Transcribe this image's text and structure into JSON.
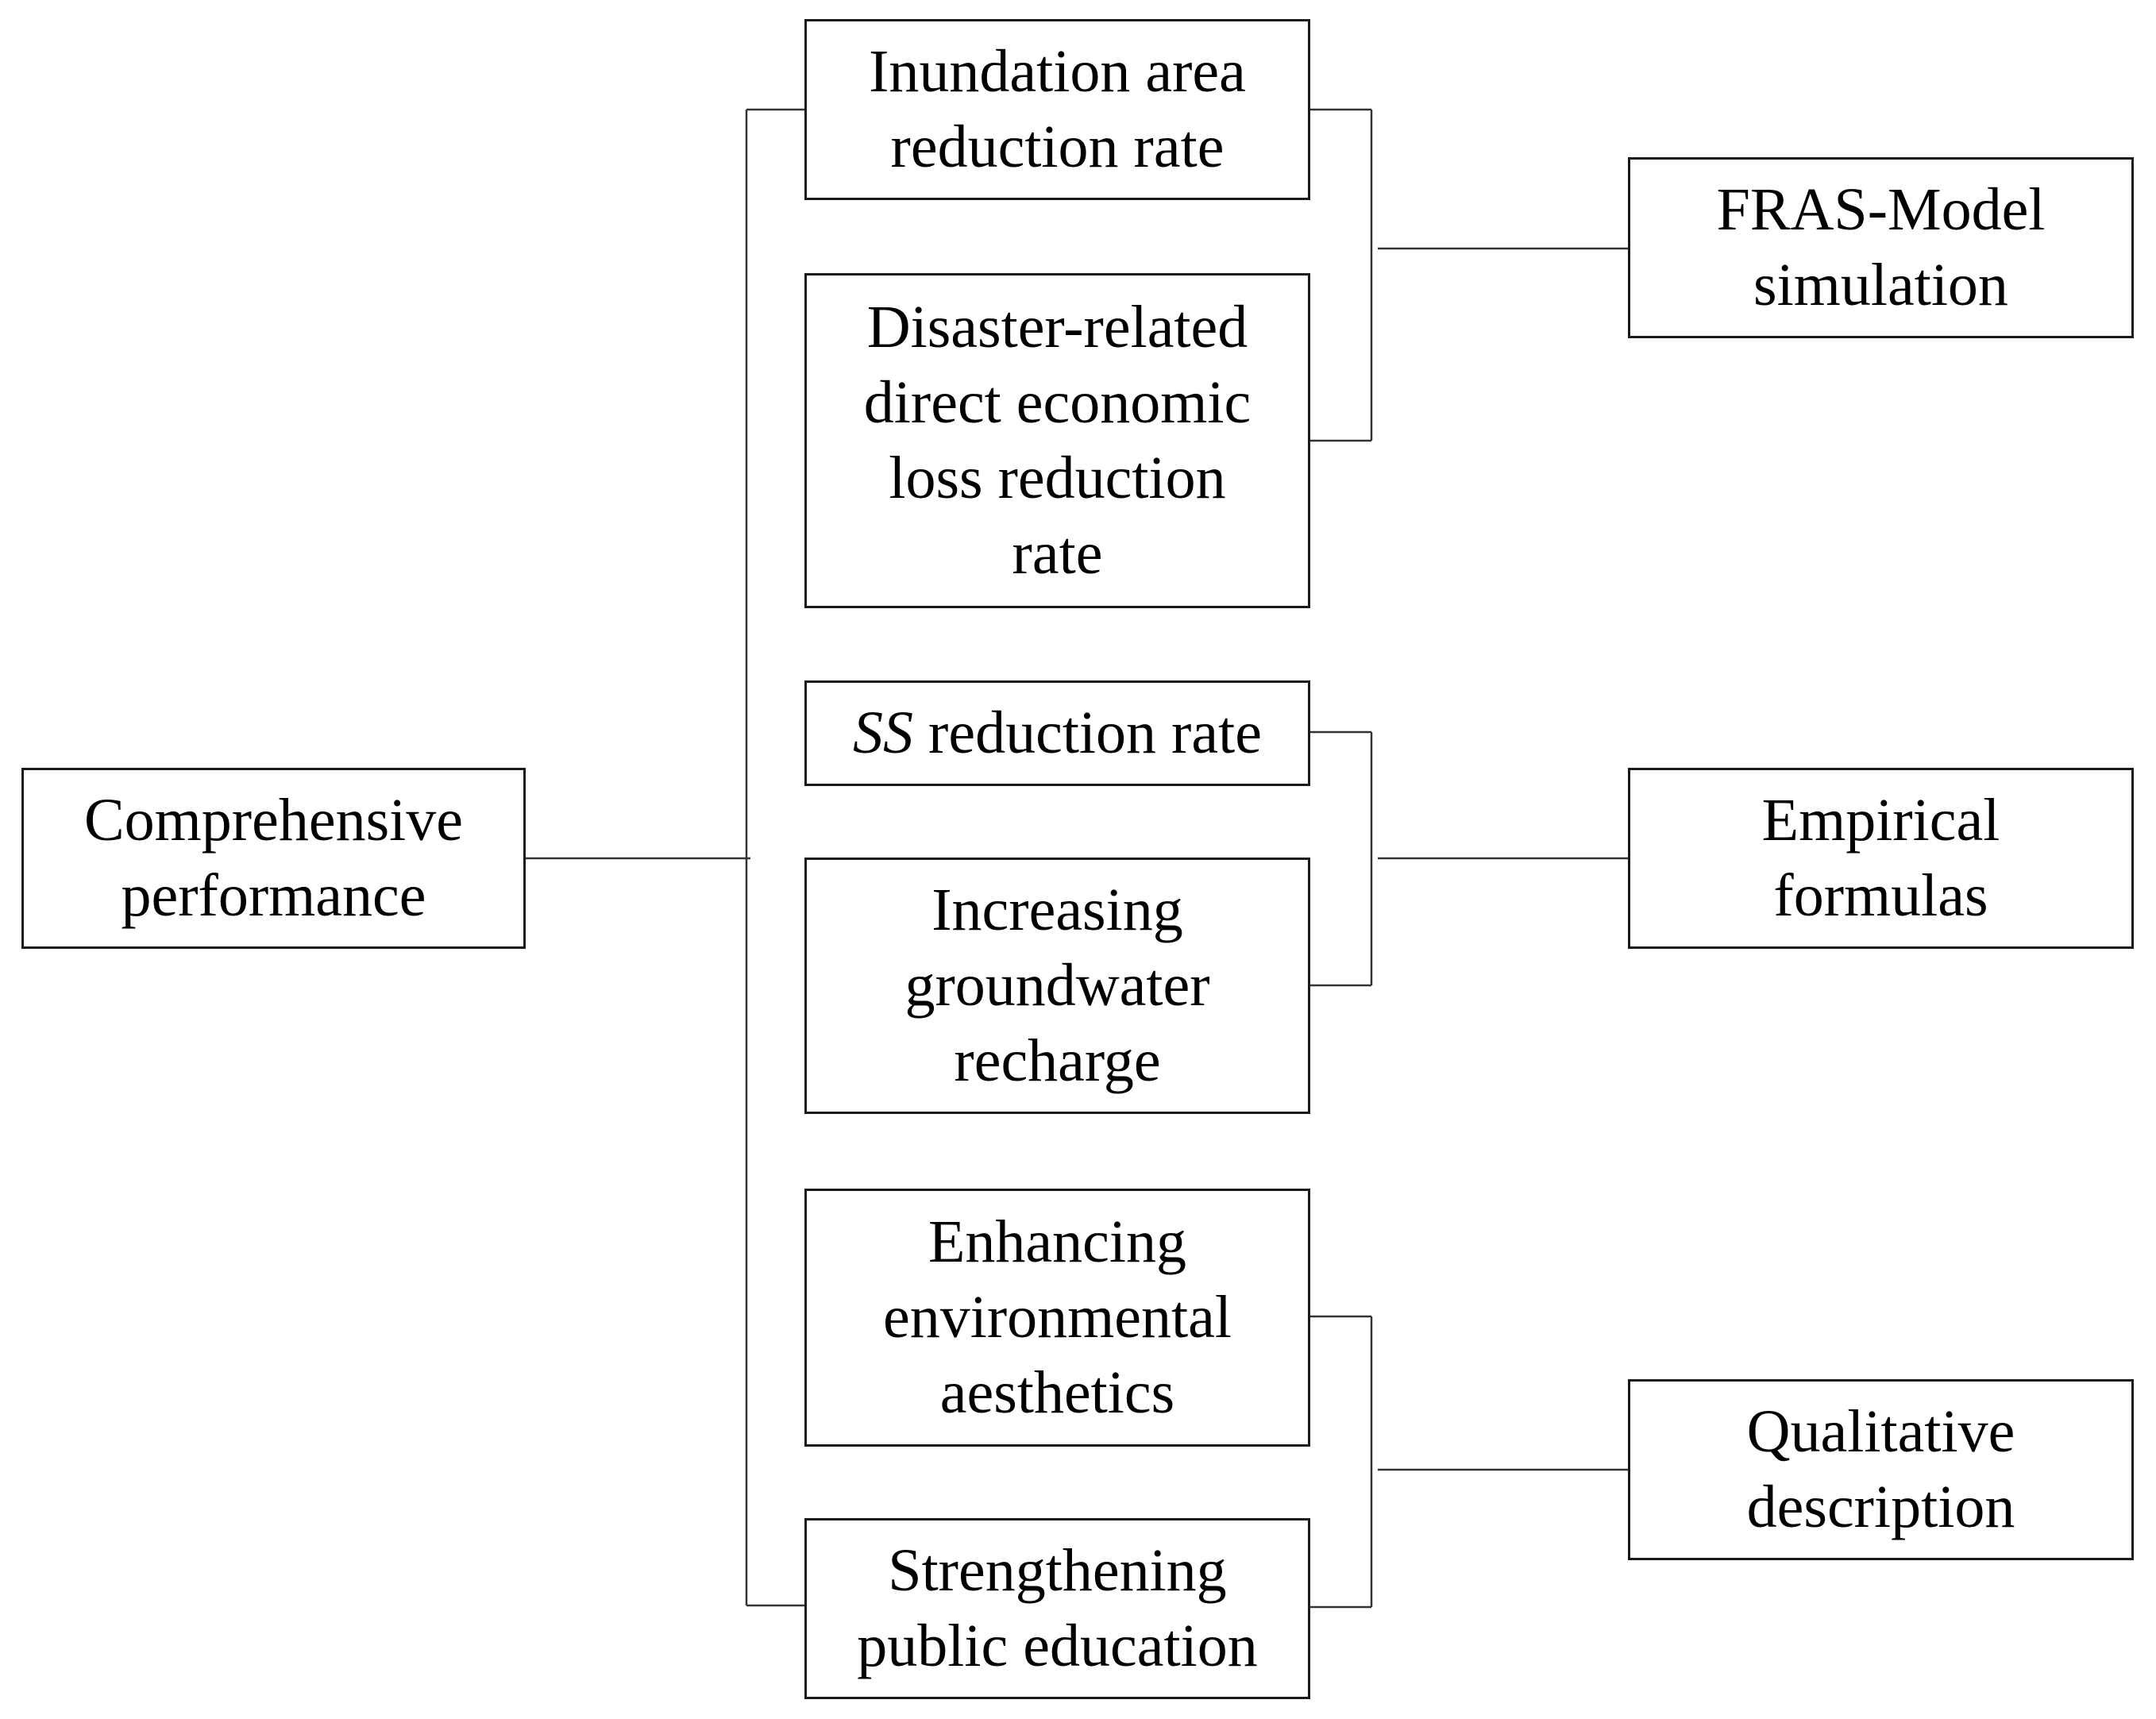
{
  "root": {
    "label": "Comprehensive\nperformance"
  },
  "indicators": [
    {
      "id": "inundation",
      "label": "Inundation area\nreduction rate"
    },
    {
      "id": "economic-loss",
      "label": "Disaster-related\ndirect economic\nloss reduction\nrate"
    },
    {
      "id": "ss",
      "label_italic": "SS",
      "label": " reduction rate"
    },
    {
      "id": "groundwater",
      "label": "Increasing\ngroundwater\nrecharge"
    },
    {
      "id": "aesthetics",
      "label": "Enhancing\nenvironmental\naesthetics"
    },
    {
      "id": "education",
      "label": "Strengthening\npublic education"
    }
  ],
  "methods": [
    {
      "id": "fras-model",
      "label": "FRAS-Model\nsimulation"
    },
    {
      "id": "empirical",
      "label": "Empirical\nformulas"
    },
    {
      "id": "qualitative",
      "label": "Qualitative\ndescription"
    }
  ]
}
